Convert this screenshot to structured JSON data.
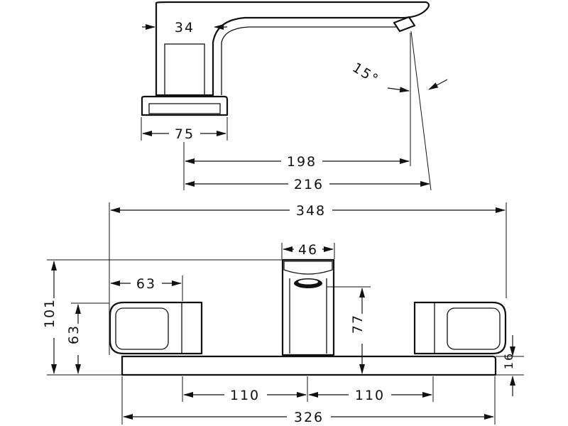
{
  "dimensions": {
    "top_spout_neck": "34",
    "top_base_width": "75",
    "top_reach_198": "198",
    "top_reach_216": "216",
    "top_angle": "15°",
    "front_overall_width": "348",
    "front_spout_width": "46",
    "front_handle_width": "63",
    "front_total_height": "101",
    "front_handle_height": "63",
    "front_spout_height": "77",
    "front_plate_thickness": "16",
    "front_spacing_left": "110",
    "front_spacing_right": "110",
    "front_plate_width": "326"
  }
}
